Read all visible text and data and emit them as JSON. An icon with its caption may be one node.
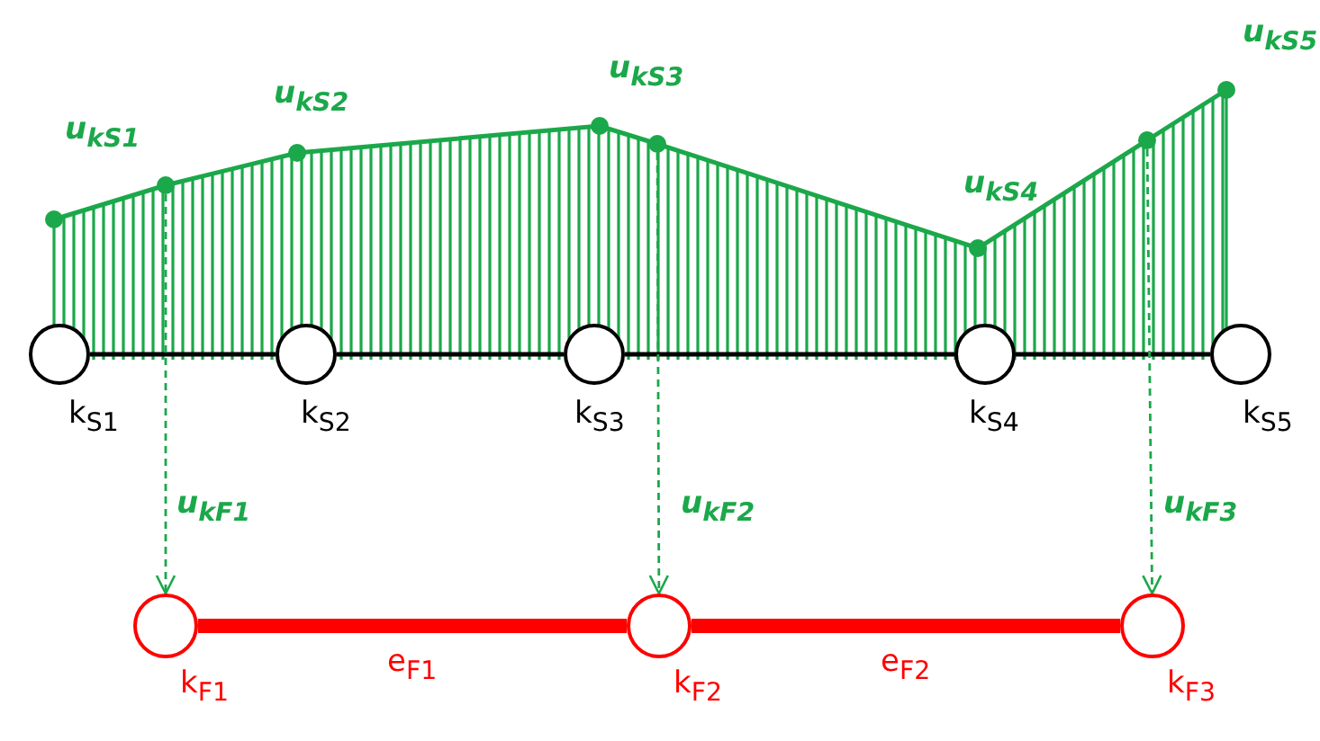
{
  "diagram": {
    "nodes": [
      {
        "text": [
          "k$_{S1}$"
        ]
      },
      {
        "text": [
          "k$_{S2}$"
        ]
      },
      {
        "text": [
          "k$_{S3}$"
        ]
      },
      {
        "text": [
          "k$_{S4}$"
        ]
      },
      {
        "text": [
          "k$_{S5}$"
        ]
      },
      {
        "text": [
          "k$_{F1}$"
        ],
        "beside": [
          "u$_{kF1}$"
        ]
      },
      {
        "text": [
          "k$_{F2}$"
        ],
        "beside": [
          "u$_{kF2}$"
        ]
      },
      {
        "text": [
          "k$_{F3}$"
        ],
        "beside": [
          "u$_{kF3}$"
        ]
      },
      {
        "text": [],
        "shape": "circle"
      },
      {
        "text": [],
        "shape": "circle"
      },
      {
        "text": [],
        "shape": "circle"
      }
    ],
    "edges": [
      {
        "from": 0,
        "to": 1,
        "arrow": "none"
      },
      {
        "from": 1,
        "to": 2,
        "arrow": "none"
      },
      {
        "from": 2,
        "to": 3,
        "arrow": "none"
      },
      {
        "from": 3,
        "to": 4,
        "arrow": "none"
      },
      {
        "from": 5,
        "to": 6,
        "arrow": "none",
        "label": "e$_{F1}$",
        "style": "thick",
        "color": "#ff0000"
      },
      {
        "from": 6,
        "to": 7,
        "arrow": "none",
        "label": "e$_{F2}$",
        "style": "thick",
        "color": "#ff0000"
      },
      {
        "from": 8,
        "to": 5,
        "arrow": "to",
        "style": "dashed",
        "color": "#1ba84a"
      },
      {
        "from": 9,
        "to": 6,
        "arrow": "to",
        "style": "dashed",
        "color": "#1ba84a"
      },
      {
        "from": 10,
        "to": 7,
        "arrow": "to",
        "style": "dashed",
        "color": "#1ba84a"
      }
    ],
    "labels": [
      "u$_{kS1}$",
      "u$_{kS2}$",
      "u$_{kS3}$",
      "u$_{kS4}$",
      "u$_{kS5}$"
    ]
  }
}
